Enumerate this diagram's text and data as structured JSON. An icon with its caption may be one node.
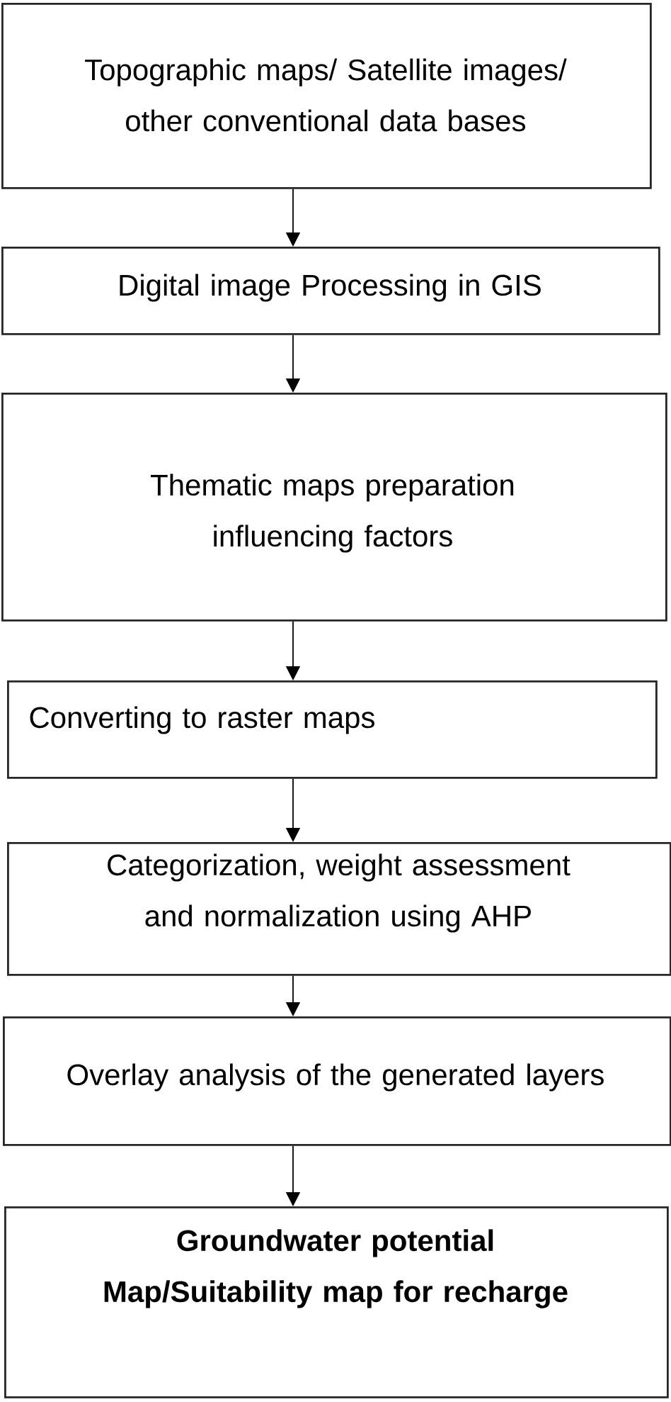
{
  "diagram": {
    "nodes": [
      {
        "text": [
          "Topographic maps/ Satellite images/ other conventional data bases"
        ]
      },
      {
        "text": [
          "Digital image Processing in GIS"
        ]
      },
      {
        "text": [
          "Thematic maps preparation influencing factors"
        ]
      },
      {
        "text": [
          "Converting to raster maps"
        ]
      },
      {
        "text": [
          "Categorization, weight assessment and normalization using AHP"
        ]
      },
      {
        "text": [
          "Overlay analysis of the generated layers"
        ]
      },
      {
        "text": [
          "Groundwater potential Map/Suitability map for recharge"
        ]
      }
    ],
    "edges": [
      {
        "from": 0,
        "to": 1,
        "arrow": "to"
      },
      {
        "from": 1,
        "to": 2,
        "arrow": "to"
      },
      {
        "from": 2,
        "to": 3,
        "arrow": "to"
      },
      {
        "from": 3,
        "to": 4,
        "arrow": "to"
      },
      {
        "from": 4,
        "to": 5,
        "arrow": "to"
      },
      {
        "from": 5,
        "to": 6,
        "arrow": "to"
      }
    ]
  }
}
